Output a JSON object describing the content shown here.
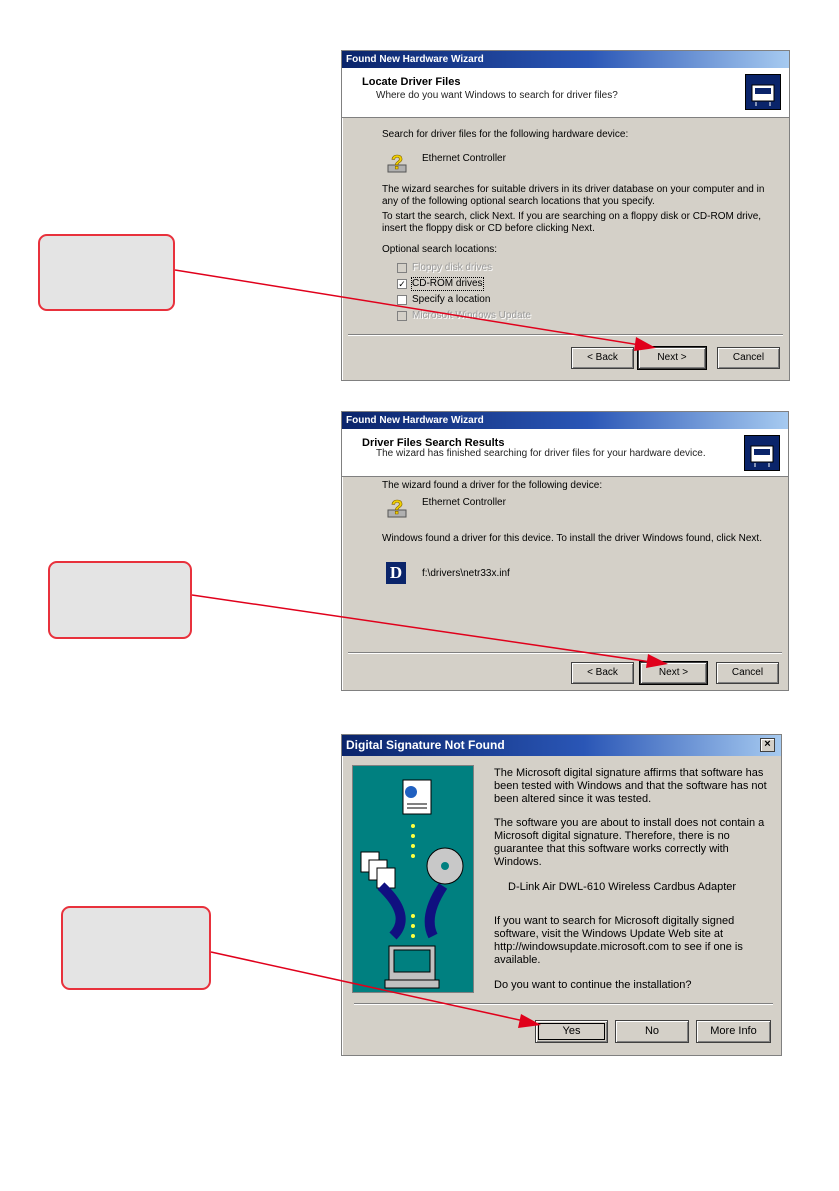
{
  "dialog1": {
    "title": "Found New Hardware Wizard",
    "heading": "Locate Driver Files",
    "subheading": "Where do you want Windows to search for driver files?",
    "search_line": "Search for driver files for the following hardware device:",
    "device": "Ethernet Controller",
    "para1": "The wizard searches for suitable drivers in its driver database on your computer and in any of the following optional search locations that you specify.",
    "para2": "To start the search, click Next. If you are searching on a floppy disk or CD-ROM drive, insert the floppy disk or CD before clicking Next.",
    "optional_label": "Optional search locations:",
    "options": [
      {
        "label": "Floppy disk drives",
        "checked": false,
        "enabled": false
      },
      {
        "label": "CD-ROM drives",
        "checked": true,
        "enabled": true
      },
      {
        "label": "Specify a location",
        "checked": false,
        "enabled": true
      },
      {
        "label": "Microsoft Windows Update",
        "checked": false,
        "enabled": false
      }
    ],
    "back": "< Back",
    "next": "Next >",
    "cancel": "Cancel"
  },
  "dialog2": {
    "title": "Found New Hardware Wizard",
    "heading": "Driver Files Search Results",
    "subheading": "The wizard has finished searching for driver files for your hardware device.",
    "found_line": "The wizard found a driver for the following device:",
    "device": "Ethernet Controller",
    "install_line": "Windows found a driver for this device. To install the driver Windows found, click Next.",
    "driver_path": "f:\\drivers\\netr33x.inf",
    "back": "< Back",
    "next": "Next >",
    "cancel": "Cancel"
  },
  "dialog3": {
    "title": "Digital Signature Not Found",
    "close": "×",
    "para1": "The Microsoft digital signature affirms that software has been tested with Windows and that the software has not been altered since it was tested.",
    "para2": "The software you are about to install does not contain a Microsoft digital signature. Therefore,  there is no guarantee that this software works correctly with Windows.",
    "device": "D-Link Air DWL-610 Wireless Cardbus Adapter",
    "para3": "If you want to search for Microsoft digitally signed software, visit the Windows Update Web site at http://windowsupdate.microsoft.com to see if one is available.",
    "question": "Do you want to continue the installation?",
    "yes": "Yes",
    "no": "No",
    "more_info": "More Info"
  },
  "colors": {
    "arrow": "#e0001b",
    "callout_border": "#e8313c",
    "callout_fill": "#e4e4e4",
    "dialog_face": "#d4d0c8",
    "titlebar_active": "#0a246a"
  },
  "icons": [
    "question-device-icon",
    "wizard-hardware-icon",
    "d-link-logo-icon",
    "close-icon",
    "signature-illustration"
  ]
}
